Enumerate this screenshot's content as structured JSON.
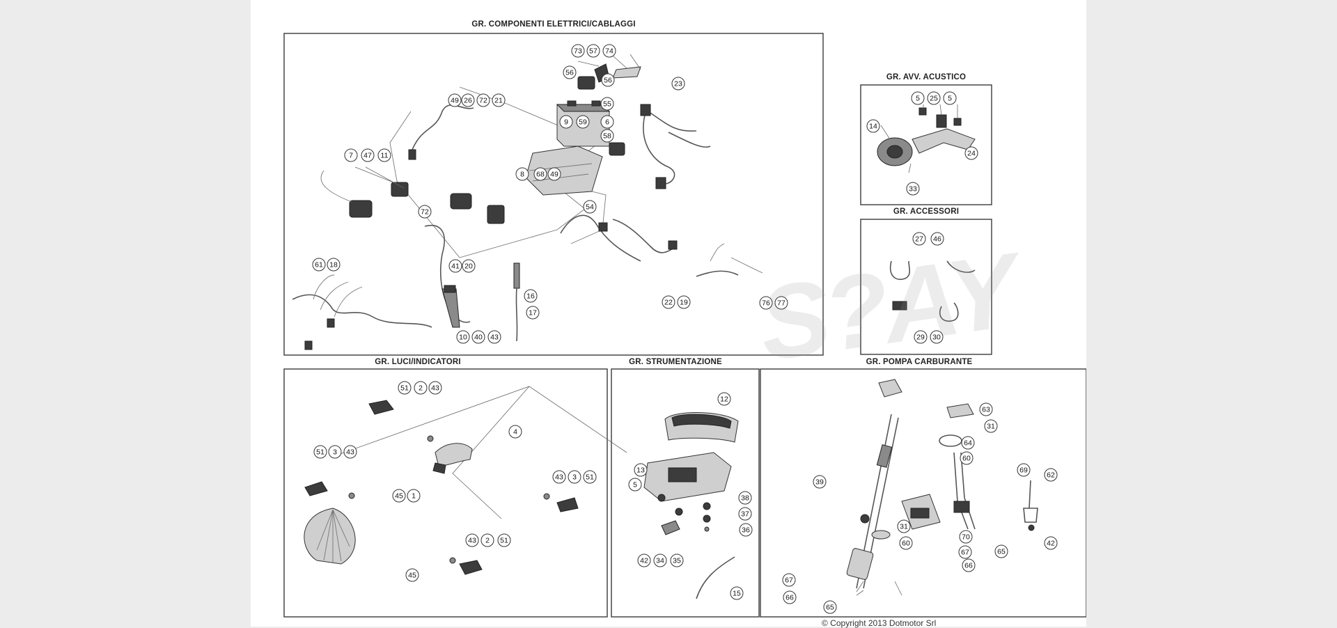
{
  "panels": [
    {
      "id": "elettrici",
      "title": "GR. COMPONENTI ELETTRICI/CABLAGGI",
      "callouts": [
        {
          "n": "73"
        },
        {
          "n": "57"
        },
        {
          "n": "74"
        },
        {
          "n": "56"
        },
        {
          "n": "56"
        },
        {
          "n": "55"
        },
        {
          "n": "23"
        },
        {
          "n": "49"
        },
        {
          "n": "26"
        },
        {
          "n": "72"
        },
        {
          "n": "21"
        },
        {
          "n": "9"
        },
        {
          "n": "59"
        },
        {
          "n": "6"
        },
        {
          "n": "58"
        },
        {
          "n": "7"
        },
        {
          "n": "47"
        },
        {
          "n": "11"
        },
        {
          "n": "72"
        },
        {
          "n": "8"
        },
        {
          "n": "68"
        },
        {
          "n": "49"
        },
        {
          "n": "54"
        },
        {
          "n": "41"
        },
        {
          "n": "20"
        },
        {
          "n": "61"
        },
        {
          "n": "18"
        },
        {
          "n": "16"
        },
        {
          "n": "17"
        },
        {
          "n": "22"
        },
        {
          "n": "19"
        },
        {
          "n": "76"
        },
        {
          "n": "77"
        },
        {
          "n": "10"
        },
        {
          "n": "40"
        },
        {
          "n": "43"
        }
      ]
    },
    {
      "id": "acustico",
      "title": "GR. AVV. ACUSTICO",
      "callouts": [
        {
          "n": "5"
        },
        {
          "n": "25"
        },
        {
          "n": "5"
        },
        {
          "n": "14"
        },
        {
          "n": "24"
        },
        {
          "n": "33"
        }
      ]
    },
    {
      "id": "accessori",
      "title": "GR. ACCESSORI",
      "callouts": [
        {
          "n": "27"
        },
        {
          "n": "46"
        },
        {
          "n": "29"
        },
        {
          "n": "30"
        }
      ]
    },
    {
      "id": "luci",
      "title": "GR. LUCI/INDICATORI",
      "callouts": [
        {
          "n": "51"
        },
        {
          "n": "2"
        },
        {
          "n": "43"
        },
        {
          "n": "4"
        },
        {
          "n": "51"
        },
        {
          "n": "3"
        },
        {
          "n": "43"
        },
        {
          "n": "45"
        },
        {
          "n": "1"
        },
        {
          "n": "43"
        },
        {
          "n": "3"
        },
        {
          "n": "51"
        },
        {
          "n": "43"
        },
        {
          "n": "2"
        },
        {
          "n": "51"
        },
        {
          "n": "45"
        }
      ]
    },
    {
      "id": "strumentazione",
      "title": "GR. STRUMENTAZIONE",
      "callouts": [
        {
          "n": "12"
        },
        {
          "n": "13"
        },
        {
          "n": "5"
        },
        {
          "n": "38"
        },
        {
          "n": "37"
        },
        {
          "n": "36"
        },
        {
          "n": "42"
        },
        {
          "n": "34"
        },
        {
          "n": "35"
        },
        {
          "n": "15"
        }
      ]
    },
    {
      "id": "pompa",
      "title": "GR. POMPA CARBURANTE",
      "callouts": [
        {
          "n": "63"
        },
        {
          "n": "31"
        },
        {
          "n": "64"
        },
        {
          "n": "60"
        },
        {
          "n": "39"
        },
        {
          "n": "69"
        },
        {
          "n": "62"
        },
        {
          "n": "31"
        },
        {
          "n": "60"
        },
        {
          "n": "70"
        },
        {
          "n": "67"
        },
        {
          "n": "65"
        },
        {
          "n": "42"
        },
        {
          "n": "66"
        },
        {
          "n": "67"
        },
        {
          "n": "66"
        },
        {
          "n": "65"
        }
      ]
    }
  ],
  "copyright": "© Copyright 2013 Dotmotor Srl"
}
